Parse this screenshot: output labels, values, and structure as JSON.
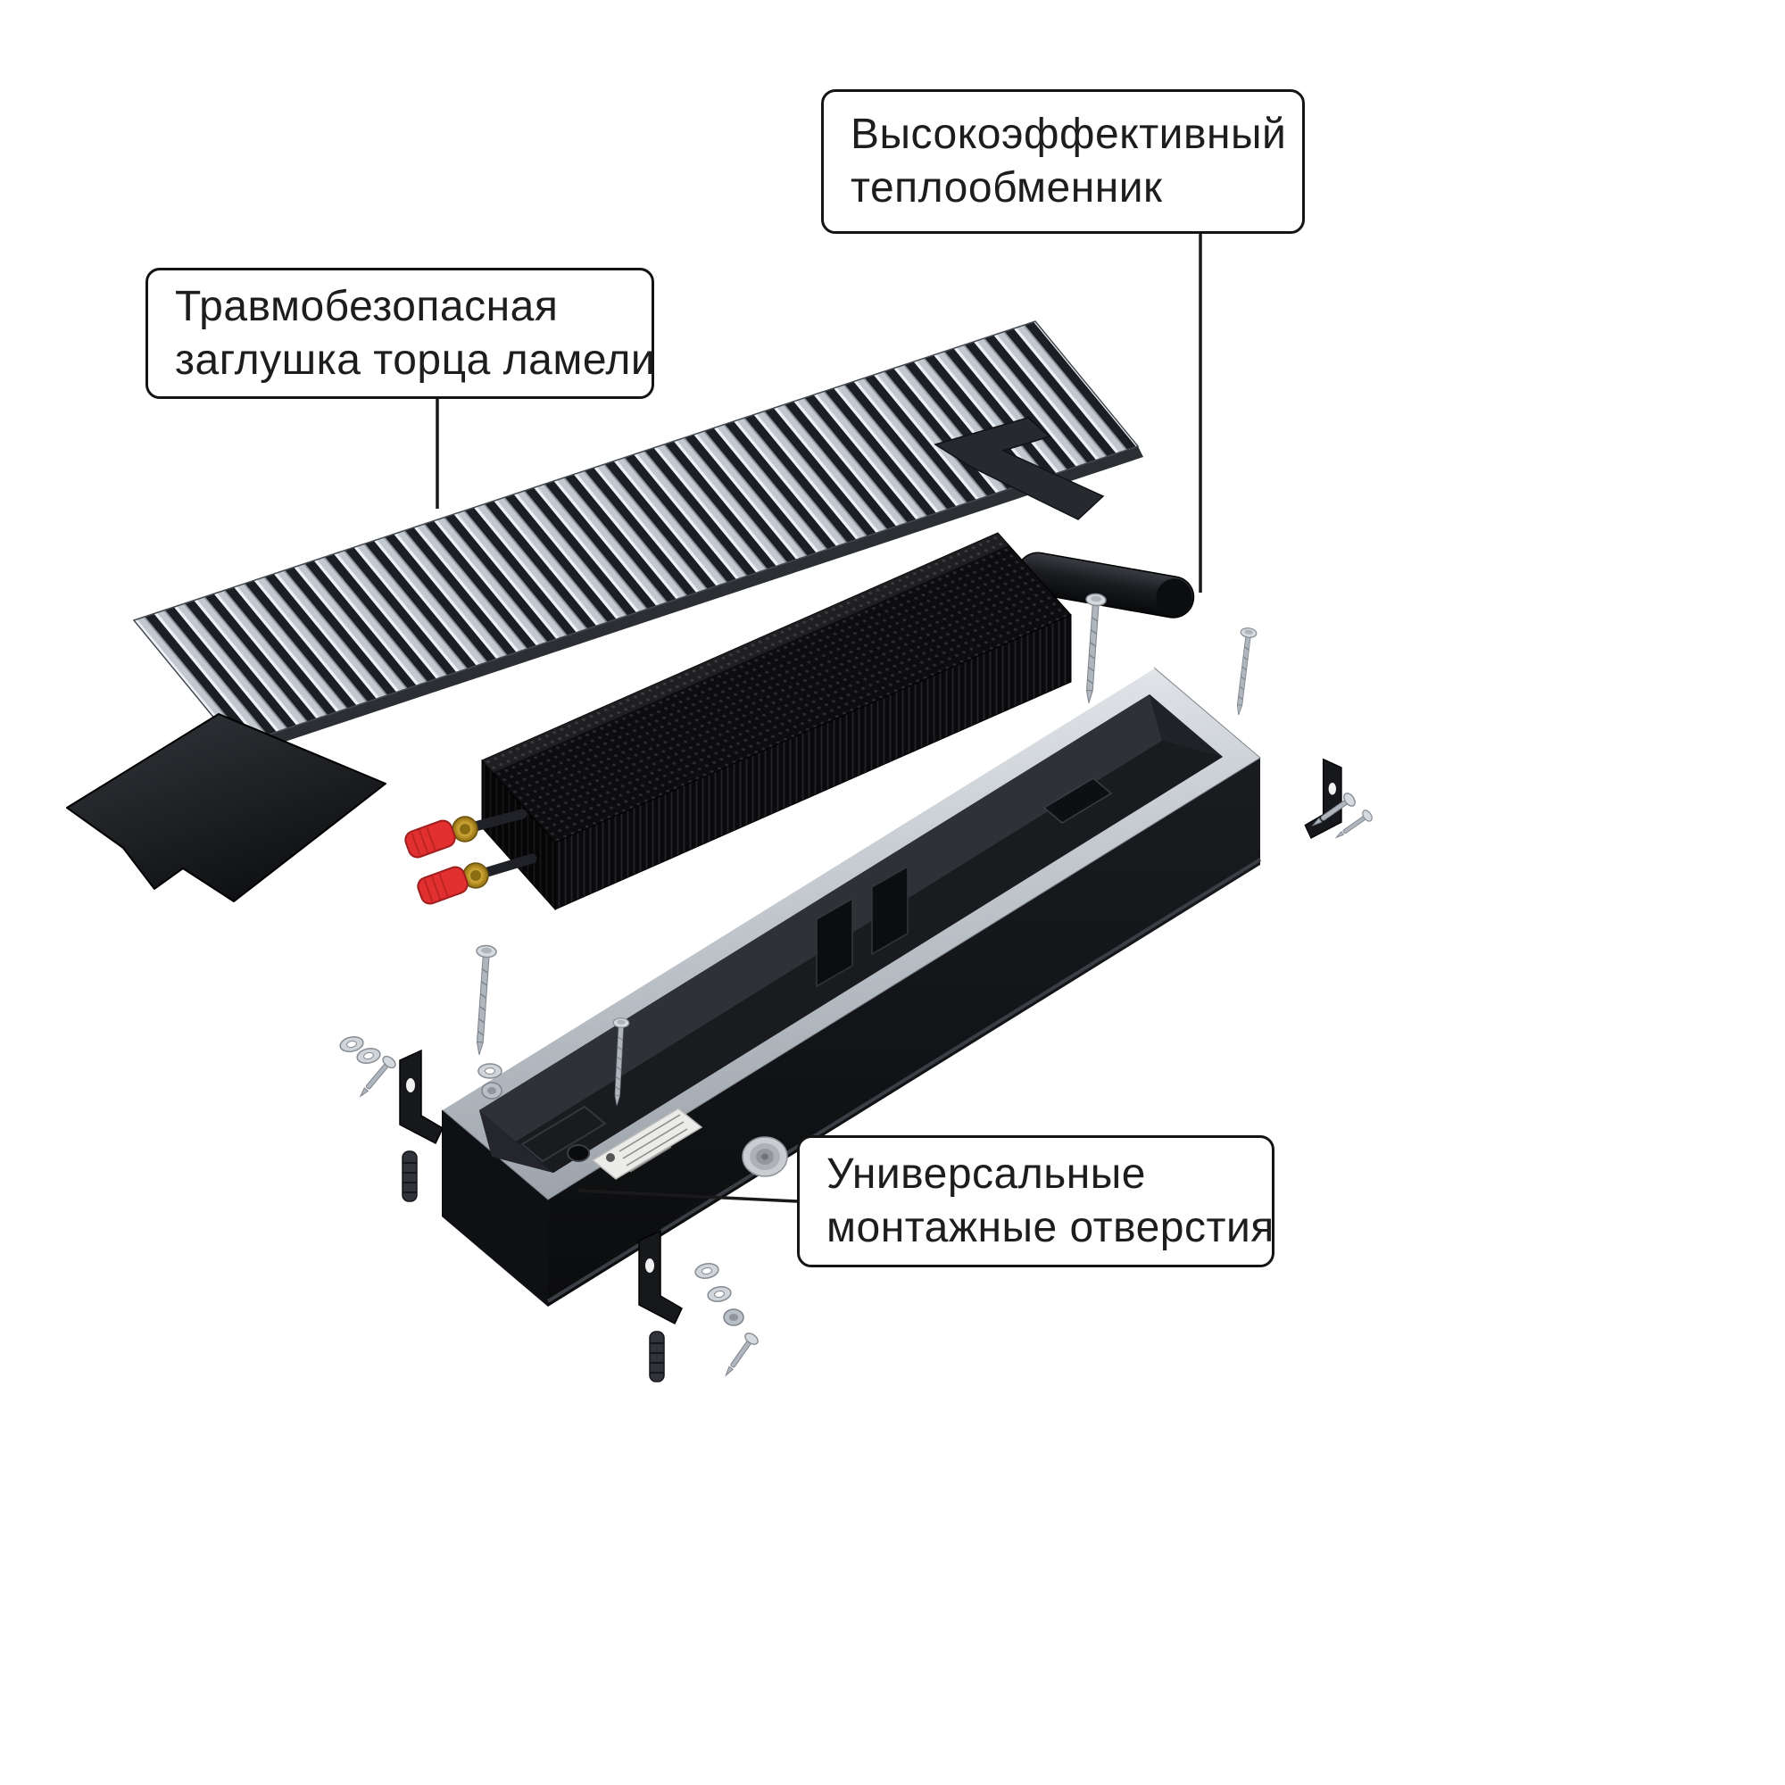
{
  "background": "#ffffff",
  "callouts": [
    {
      "id": "heat-exchanger",
      "line1": "Высокоэффективный",
      "line2": "теплообменник"
    },
    {
      "id": "lamella-end-cap",
      "line1": "Травмобезопасная",
      "line2": "заглушка торца ламели"
    },
    {
      "id": "mounting-holes",
      "line1": "Универсальные",
      "line2": "монтажные отверстия"
    }
  ],
  "colors": {
    "callout_border": "#141414",
    "leader_line": "#1a1a1a",
    "grille_slat_silver": "#c2c8cf",
    "casing_black": "#131417",
    "rim_silver": "#d9dde1",
    "valve_cap_red": "#e23030",
    "fitting_brass": "#c9a227"
  }
}
